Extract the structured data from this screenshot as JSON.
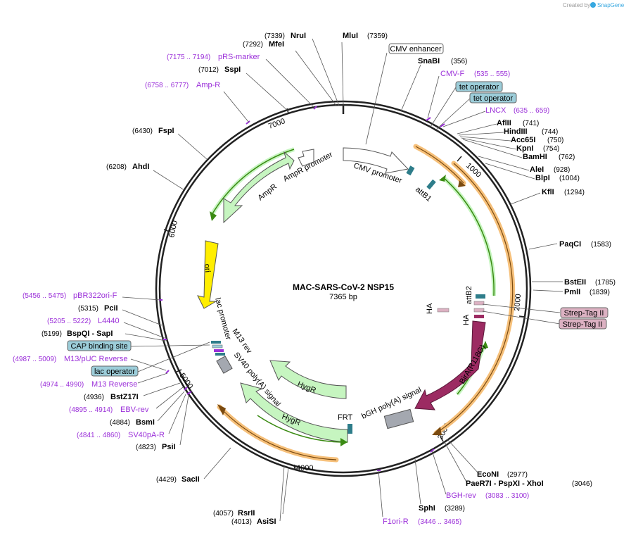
{
  "credit": {
    "created_by": "Created by",
    "app": "SnapGene"
  },
  "title": "MAC-SARS-CoV-2 NSP15",
  "length": "7365 bp",
  "colors": {
    "backbone": "#222222",
    "primer": "#9b30d9",
    "orange": "#f6c07a",
    "green_fill": "#c6f5c0",
    "green_line": "#3a8a12",
    "maroon": "#9c2b62",
    "yellow": "#ffee00",
    "teal": "#2e7d8a",
    "gray": "#a4a8b0",
    "callout_blue": "#9ccdd9",
    "callout_pink": "#dcb1c2"
  },
  "ticks": [
    "1000",
    "2000",
    "3000",
    "4000",
    "5000",
    "6000",
    "7000"
  ],
  "sites": [
    {
      "name": "MluI",
      "pos": "(7359)"
    },
    {
      "name": "SnaBI",
      "pos": "(356)"
    },
    {
      "name": "AflII",
      "pos": "(741)"
    },
    {
      "name": "HindIII",
      "pos": "(744)"
    },
    {
      "name": "Acc65I",
      "pos": "(750)"
    },
    {
      "name": "KpnI",
      "pos": "(754)"
    },
    {
      "name": "BamHI",
      "pos": "(762)"
    },
    {
      "name": "AleI",
      "pos": "(928)"
    },
    {
      "name": "BlpI",
      "pos": "(1004)"
    },
    {
      "name": "KflI",
      "pos": "(1294)"
    },
    {
      "name": "PaqCI",
      "pos": "(1583)"
    },
    {
      "name": "BstEII",
      "pos": "(1785)"
    },
    {
      "name": "PmlI",
      "pos": "(1839)"
    },
    {
      "name": "EcoNI",
      "pos": "(2977)"
    },
    {
      "name": "PaeR7I - PspXI - XhoI",
      "pos": "(3046)"
    },
    {
      "name": "SphI",
      "pos": "(3289)"
    },
    {
      "name": "RsrII",
      "pos": "(4057)"
    },
    {
      "name": "AsiSI",
      "pos": "(4013)"
    },
    {
      "name": "SacII",
      "pos": "(4429)"
    },
    {
      "name": "PsiI",
      "pos": "(4823)"
    },
    {
      "name": "BsmI",
      "pos": "(4884)"
    },
    {
      "name": "BstZ17I",
      "pos": "(4936)"
    },
    {
      "name": "BspQI - SapI",
      "pos": "(5199)"
    },
    {
      "name": "PciI",
      "pos": "(5315)"
    },
    {
      "name": "AhdI",
      "pos": "(6208)"
    },
    {
      "name": "FspI",
      "pos": "(6430)"
    },
    {
      "name": "SspI",
      "pos": "(7012)"
    },
    {
      "name": "MfeI",
      "pos": "(7292)"
    },
    {
      "name": "NruI",
      "pos": "(7339)"
    }
  ],
  "primers": [
    {
      "name": "CMV-F",
      "pos": "(535 .. 555)"
    },
    {
      "name": "LNCX",
      "pos": "(635 .. 659)"
    },
    {
      "name": "BGH-rev",
      "pos": "(3083 .. 3100)"
    },
    {
      "name": "F1ori-R",
      "pos": "(3446 .. 3465)"
    },
    {
      "name": "SV40pA-R",
      "pos": "(4841 .. 4860)"
    },
    {
      "name": "EBV-rev",
      "pos": "(4895 .. 4914)"
    },
    {
      "name": "M13 Reverse",
      "pos": "(4974 .. 4990)"
    },
    {
      "name": "M13/pUC Reverse",
      "pos": "(4987 .. 5009)"
    },
    {
      "name": "L4440",
      "pos": "(5205 .. 5222)"
    },
    {
      "name": "pBR322ori-F",
      "pos": "(5456 .. 5475)"
    },
    {
      "name": "Amp-R",
      "pos": "(6758 .. 6777)"
    },
    {
      "name": "pRS-marker",
      "pos": "(7175 .. 7194)"
    }
  ],
  "callouts": [
    {
      "label": "CMV enhancer"
    },
    {
      "label": "tet operator"
    },
    {
      "label": "tet operator"
    },
    {
      "label": "Strep-Tag II"
    },
    {
      "label": "Strep-Tag II"
    },
    {
      "label": "CAP binding site"
    },
    {
      "label": "lac operator"
    }
  ],
  "features": [
    "CMV promoter",
    "attB1",
    "attB2",
    "HA",
    "HA",
    "BirA(R118G)",
    "bGH poly(A) signal",
    "FRT",
    "HygR",
    "HygR",
    "SV40 poly(A) signal",
    "M13 rev",
    "lac promoter",
    "ori",
    "AmpR",
    "AmpR promoter"
  ]
}
